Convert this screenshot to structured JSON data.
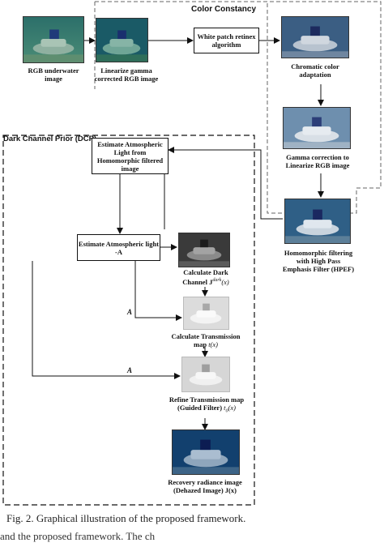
{
  "sections": {
    "color_constancy": "Color Constancy",
    "dcp": "Dark Channel Prior (DCP)"
  },
  "nodes": {
    "rgb_underwater": [
      "RGB underwater",
      "image"
    ],
    "linearize_gamma": [
      "Linearize gamma",
      "corrected RGB image"
    ],
    "white_patch": [
      "White patch",
      "retinex",
      "algorithm"
    ],
    "chromatic": [
      "Chromatic color",
      "adaptation"
    ],
    "gamma_correction": [
      "Gamma correction to",
      "Linearize RGB image"
    ],
    "homomorphic": [
      "Homomorphic filtering",
      "with High Pass",
      "Emphasis Filter (HPEF)"
    ],
    "estimate_atmospheric_light_from": [
      "Estimate  Atmospheric",
      "Light from",
      "Homomorphic filtered",
      "image"
    ],
    "estimate_atmospheric_light_a": [
      "Estimate",
      "Atmospheric light -A"
    ],
    "dark_channel": [
      "Calculate Dark",
      "Channel J",
      "dark",
      "(x)"
    ],
    "transmission": [
      "Calculate Transmission",
      "map",
      "t(x)"
    ],
    "refine": [
      "Refine Transmission map",
      "(Guided Filter)",
      "t",
      "0",
      "(x)"
    ],
    "recovery": [
      "Recovery radiance image",
      "(Dehazed Image)",
      "J(x)"
    ]
  },
  "edge_labels": {
    "a_transmission": "A",
    "a_refine": "A"
  },
  "caption": "Fig. 2.   Graphical illustration  of the proposed framework.",
  "bottom_text": "and the proposed framework.   The ch"
}
